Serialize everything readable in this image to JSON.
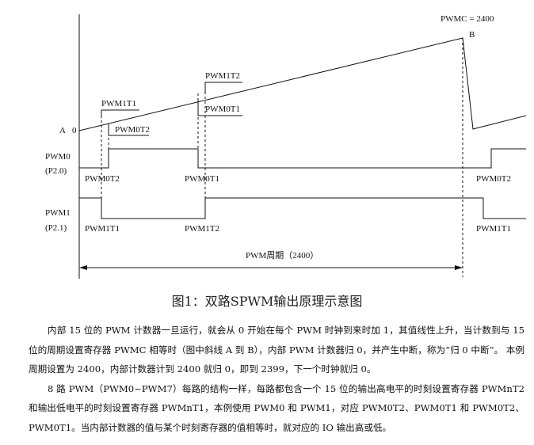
{
  "figure": {
    "pwmc_label": "PWMC = 2400",
    "point_b": "B",
    "point_a": "A",
    "zero_label": "0",
    "ramp_labels": {
      "m1t1_first": "PWM1T1",
      "m0t2_first": "PWM0T2",
      "m1t2_second": "PWM1T2",
      "m0t1_second": "PWM0T1"
    },
    "pwm0": {
      "name": "PWM0",
      "pin": "(P2.0)",
      "marks": [
        "PWM0T2",
        "PWM0T1",
        "PWM0T2"
      ]
    },
    "pwm1": {
      "name": "PWM1",
      "pin": "(P2.1)",
      "marks": [
        "PWM1T1",
        "PWM1T2",
        "PWM1T1"
      ]
    },
    "period_label": "PWM周期（2400）"
  },
  "caption": "图1：双路SPWM输出原理示意图",
  "paragraphs": [
    "内部 15 位的 PWM 计数器一旦运行，就会从 0 开始在每个 PWM 时钟到来时加 1，其值线性上升，当计数到与 15 位的周期设置寄存器 PWMC 相等时（图中斜线 A 到 B），内部 PWM 计数器归 0，并产生中断，称为“归 0 中断”。 本例周期设置为 2400，内部计数器计到 2400 就归 0，即到 2399，下一个时钟就归 0。",
    "8 路 PWM（PWM0~PWM7）每路的结构一样，每路都包含一个 15 位的输出高电平的时刻设置寄存器 PWMnT2 和输出低电平的时刻设置寄存器 PWMnT1，本例使用 PWM0 和 PWM1，对应 PWM0T2、PWM0T1 和 PWM0T2、PWM0T1。当内部计数器的值与某个时刻寄存器的值相等时，就对应的 IO 输出高或低。"
  ]
}
